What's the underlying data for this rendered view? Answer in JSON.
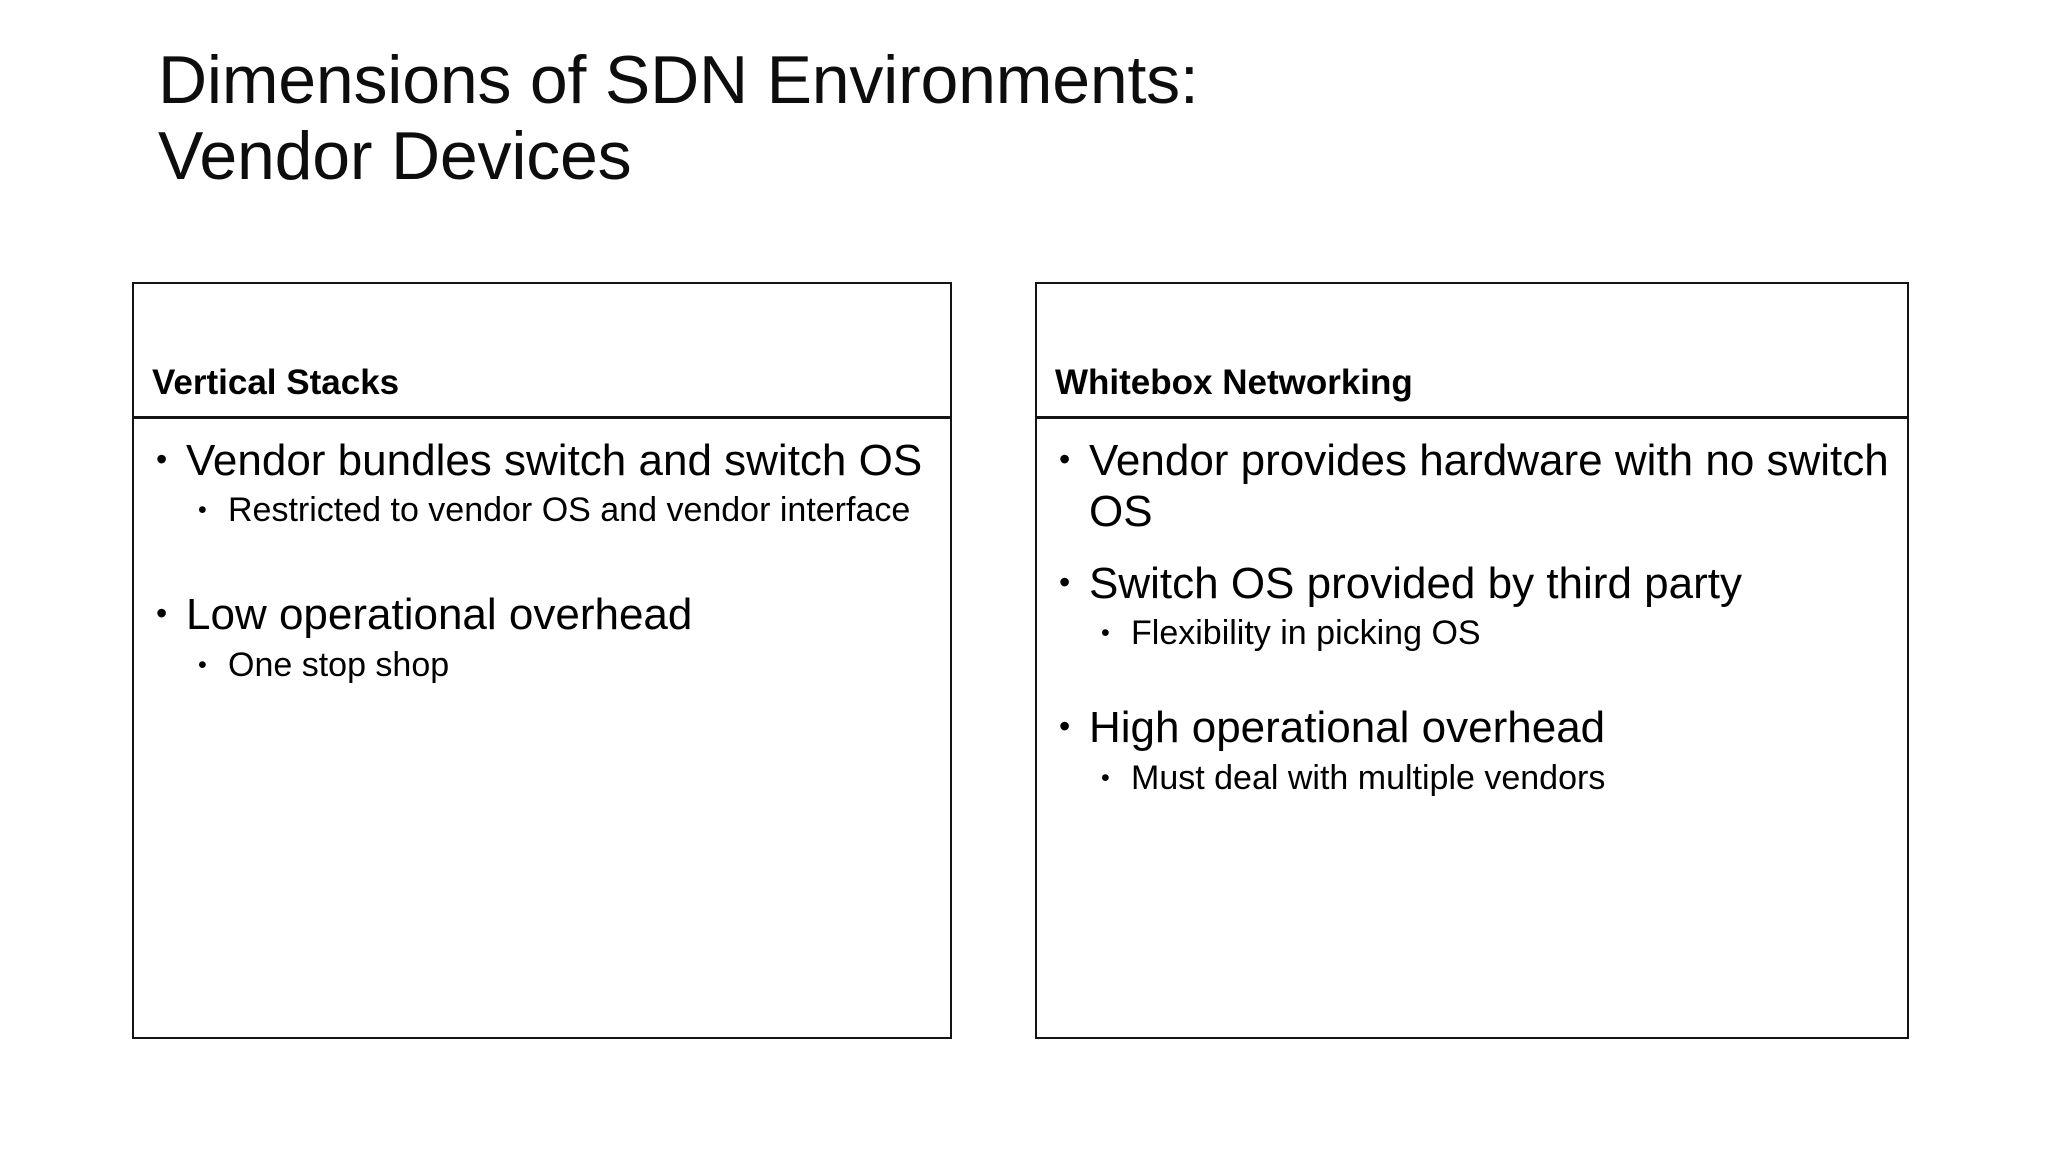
{
  "slide": {
    "title_lines": [
      "Dimensions of SDN Environments:",
      "Vendor Devices"
    ],
    "background_color": "#ffffff",
    "text_color": "#000000",
    "border_color": "#141414"
  },
  "tables": [
    {
      "id": "vertical-stacks",
      "header": "Vertical Stacks",
      "groups": [
        {
          "bullet": "Vendor bundles switch and switch OS",
          "sub": [
            "Restricted to vendor OS and vendor interface"
          ]
        },
        {
          "bullet": "Low operational overhead",
          "sub": [
            "One stop shop"
          ]
        }
      ]
    },
    {
      "id": "whitebox-networking",
      "header": "Whitebox Networking",
      "groups": [
        {
          "bullet": "Vendor provides hardware with no switch OS",
          "sub": []
        },
        {
          "bullet": "Switch OS provided by third party",
          "sub": [
            "Flexibility in picking OS"
          ]
        },
        {
          "bullet": "High operational overhead",
          "sub": [
            "Must deal with multiple vendors"
          ]
        }
      ]
    }
  ]
}
